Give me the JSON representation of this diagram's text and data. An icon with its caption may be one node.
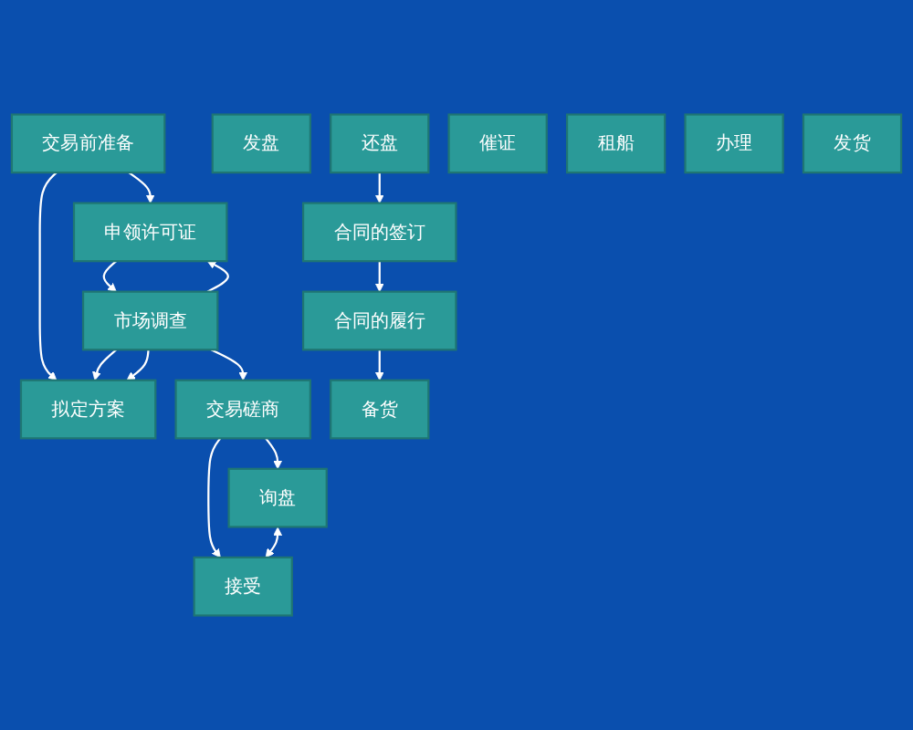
{
  "diagram": {
    "nodes": [
      {
        "text": [
          "交易前准备"
        ]
      },
      {
        "text": [
          "申领许可证"
        ]
      },
      {
        "text": [
          "市场调查"
        ]
      },
      {
        "text": [
          "拟定方案"
        ]
      },
      {
        "text": [
          "交易磋商"
        ]
      },
      {
        "text": [
          "询盘"
        ]
      },
      {
        "text": [
          "发盘"
        ]
      },
      {
        "text": [
          "还盘"
        ]
      },
      {
        "text": [
          "接受"
        ]
      },
      {
        "text": [
          "合同的签订"
        ]
      },
      {
        "text": [
          "合同的履行"
        ]
      },
      {
        "text": [
          "备货"
        ]
      },
      {
        "text": [
          "催证"
        ]
      },
      {
        "text": [
          "租船"
        ]
      },
      {
        "text": [
          "办理"
        ]
      },
      {
        "text": [
          "发货"
        ]
      }
    ],
    "edges": [
      {
        "from": 0,
        "to": 1,
        "arrow": "to"
      },
      {
        "from": 0,
        "to": 3,
        "arrow": "to"
      },
      {
        "from": 1,
        "to": 2,
        "arrow": "to"
      },
      {
        "from": 2,
        "to": 3,
        "arrow": "to"
      },
      {
        "from": 2,
        "to": 1,
        "arrow": "to"
      },
      {
        "from": 2,
        "to": 3,
        "arrow": "to"
      },
      {
        "from": 2,
        "to": 4,
        "arrow": "to"
      },
      {
        "from": 4,
        "to": 5,
        "arrow": "to"
      },
      {
        "from": 4,
        "to": 8,
        "arrow": "to"
      },
      {
        "from": 5,
        "to": 8,
        "arrow": "both"
      },
      {
        "from": 7,
        "to": 9,
        "arrow": "to"
      },
      {
        "from": 9,
        "to": 10,
        "arrow": "to"
      },
      {
        "from": 10,
        "to": 11,
        "arrow": "to"
      }
    ]
  }
}
